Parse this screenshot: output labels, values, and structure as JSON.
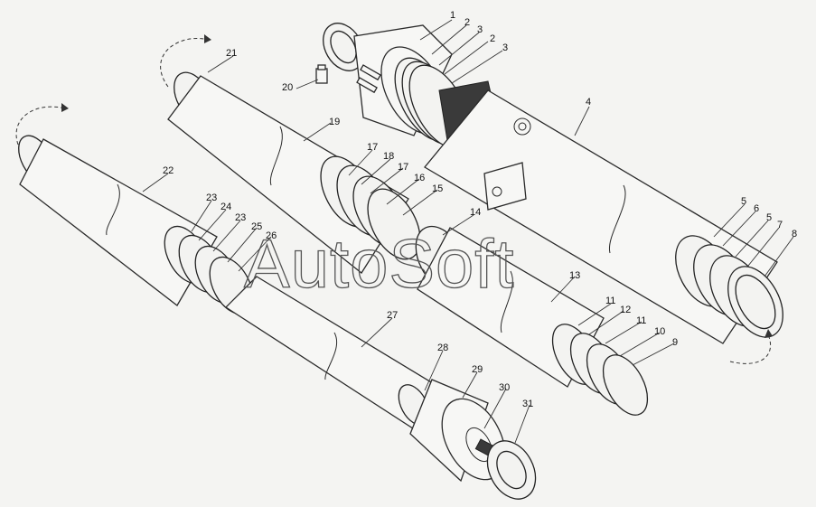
{
  "watermark": "AutoSoft",
  "callouts": [
    {
      "id": "c1",
      "text": "1"
    },
    {
      "id": "c2a",
      "text": "2"
    },
    {
      "id": "c3a",
      "text": "3"
    },
    {
      "id": "c2b",
      "text": "2"
    },
    {
      "id": "c3b",
      "text": "3"
    },
    {
      "id": "c4",
      "text": "4"
    },
    {
      "id": "c5a",
      "text": "5"
    },
    {
      "id": "c6",
      "text": "6"
    },
    {
      "id": "c5b",
      "text": "5"
    },
    {
      "id": "c7",
      "text": "7"
    },
    {
      "id": "c8",
      "text": "8"
    },
    {
      "id": "c9",
      "text": "9"
    },
    {
      "id": "c10",
      "text": "10"
    },
    {
      "id": "c11a",
      "text": "11"
    },
    {
      "id": "c12",
      "text": "12"
    },
    {
      "id": "c11b",
      "text": "11"
    },
    {
      "id": "c13",
      "text": "13"
    },
    {
      "id": "c14",
      "text": "14"
    },
    {
      "id": "c15",
      "text": "15"
    },
    {
      "id": "c16",
      "text": "16"
    },
    {
      "id": "c17a",
      "text": "17"
    },
    {
      "id": "c18",
      "text": "18"
    },
    {
      "id": "c17b",
      "text": "17"
    },
    {
      "id": "c19",
      "text": "19"
    },
    {
      "id": "c20",
      "text": "20"
    },
    {
      "id": "c21",
      "text": "21"
    },
    {
      "id": "c22",
      "text": "22"
    },
    {
      "id": "c23a",
      "text": "23"
    },
    {
      "id": "c24",
      "text": "24"
    },
    {
      "id": "c23b",
      "text": "23"
    },
    {
      "id": "c25",
      "text": "25"
    },
    {
      "id": "c26",
      "text": "26"
    },
    {
      "id": "c27",
      "text": "27"
    },
    {
      "id": "c28",
      "text": "28"
    },
    {
      "id": "c29",
      "text": "29"
    },
    {
      "id": "c30",
      "text": "30"
    },
    {
      "id": "c31",
      "text": "31"
    }
  ]
}
